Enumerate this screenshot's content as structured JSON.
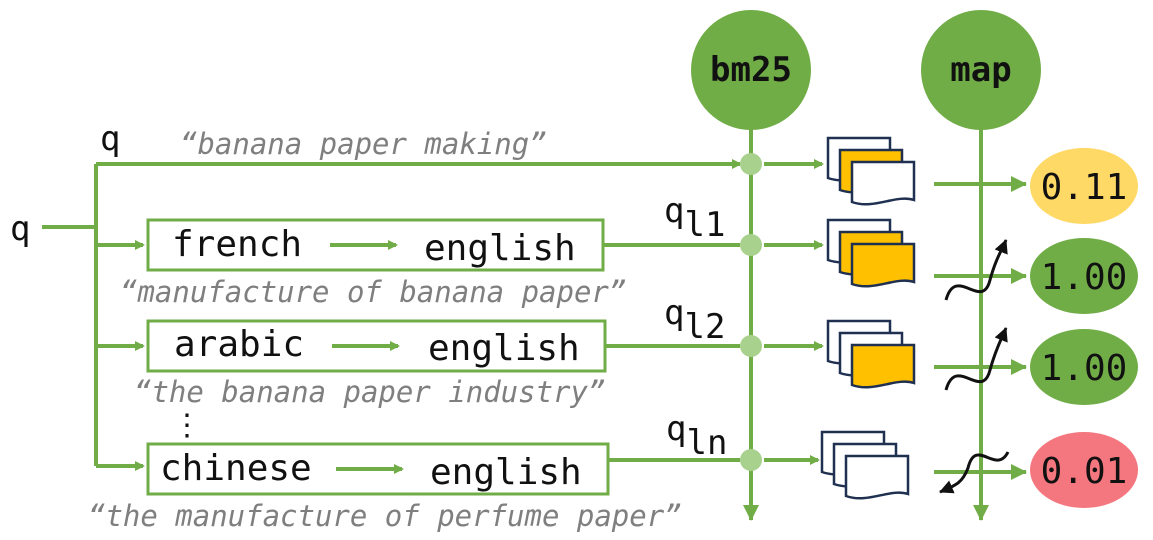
{
  "colors": {
    "line_green": "#70ad47",
    "circle_green": "#70ad47",
    "dot_green": "#a9d18e",
    "doc_yellow": "#ffc000",
    "doc_white": "#ffffff",
    "doc_outline": "#1f3050",
    "score_yellow": "#ffd966",
    "score_green": "#70ad47",
    "score_red": "#f4777f",
    "quote_gray": "#7f7f7f"
  },
  "stages": {
    "retrieval": "bm25",
    "metric": "map"
  },
  "input": {
    "query_symbol": "q"
  },
  "rows": [
    {
      "query_label": "q",
      "label_sub": "",
      "source": "",
      "target": "",
      "query_text": "“banana paper making”",
      "score": "0.11",
      "score_color": "#ffd966",
      "docs": [
        "white",
        "yellow",
        "white"
      ],
      "change": "none"
    },
    {
      "query_label": "q",
      "label_sub": "l1",
      "source": "french",
      "target": "english",
      "query_text": "“manufacture of banana paper”",
      "score": "1.00",
      "score_color": "#70ad47",
      "docs": [
        "white",
        "yellow",
        "yellow"
      ],
      "change": "up"
    },
    {
      "query_label": "q",
      "label_sub": "l2",
      "source": "arabic",
      "target": "english",
      "query_text": "“the banana paper industry”",
      "score": "1.00",
      "score_color": "#70ad47",
      "docs": [
        "white",
        "white",
        "yellow"
      ],
      "change": "up"
    },
    {
      "query_label": "q",
      "label_sub": "ln",
      "source": "chinese",
      "target": "english",
      "query_text": "“the manufacture of perfume paper”",
      "score": "0.01",
      "score_color": "#f4777f",
      "docs": [
        "white",
        "white",
        "white"
      ],
      "change": "down"
    }
  ],
  "ellipsis": "⋮"
}
